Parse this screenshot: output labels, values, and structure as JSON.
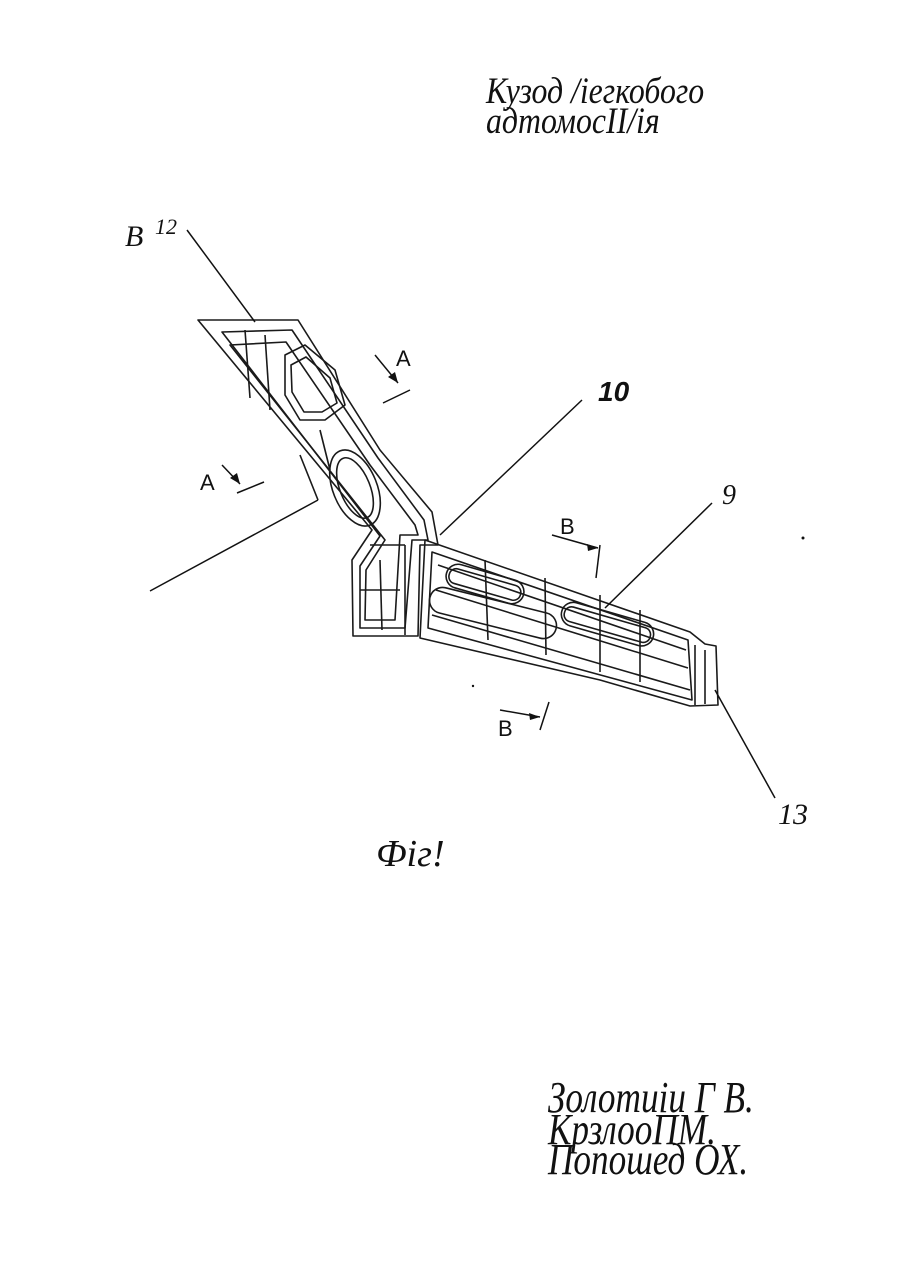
{
  "header": {
    "title_line1": "Кузод /іегкобого",
    "title_line2": "адтомосІІ/ія"
  },
  "figure": {
    "labels": {
      "b_top": "B",
      "n12": "12",
      "a_upper": "A",
      "a_left": "A",
      "n10": "10",
      "b_right": "B",
      "n9": "9",
      "b_bottom": "B",
      "n13": "13"
    },
    "caption": "Фіг!"
  },
  "authors": [
    "Золотиіи Г В.",
    "КрзлооПМ.",
    "Попошед ОХ."
  ]
}
